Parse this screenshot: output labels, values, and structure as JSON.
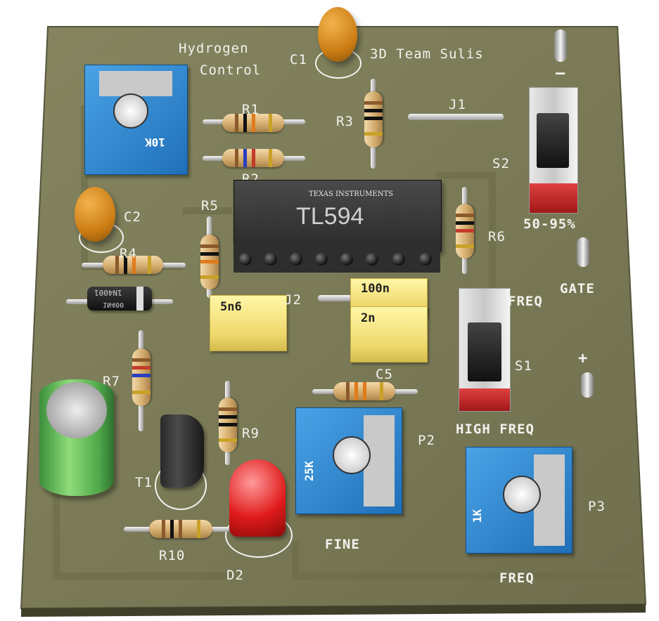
{
  "board": {
    "title_line1": "Hydrogen",
    "title_line2": "Control",
    "team": "3D Team Sulis",
    "board_color": "#7d7d57",
    "ic": {
      "brand": "TEXAS INSTRUMENTS",
      "part": "TL594"
    },
    "labels": {
      "C1": "C1",
      "C2": "C2",
      "C5": "C5",
      "R1": "R1",
      "R2": "R2",
      "R3": "R3",
      "R4": "R4",
      "R5": "R5",
      "R6": "R6",
      "R7": "R7",
      "R9": "R9",
      "R10": "R10",
      "J1": "J1",
      "J2": "J2",
      "S1": "S1",
      "S2": "S2",
      "P2": "P2",
      "P3": "P3",
      "T1": "T1",
      "D2": "D2",
      "minus": "–",
      "plus": "+",
      "duty": "50-95%",
      "gate": "GATE",
      "freq_top": "FREQ",
      "high_freq": "HIGH FREQ",
      "fine": "FINE",
      "freq_bottom": "FREQ"
    },
    "values": {
      "pot_10k": "10K",
      "pot_25k": "25K",
      "pot_1k": "1K",
      "cap_5n6": "5n6",
      "cap_100n": "100n",
      "cap_2n": "2n",
      "diode": "1N4001",
      "diode_mirror": "1N400"
    }
  }
}
